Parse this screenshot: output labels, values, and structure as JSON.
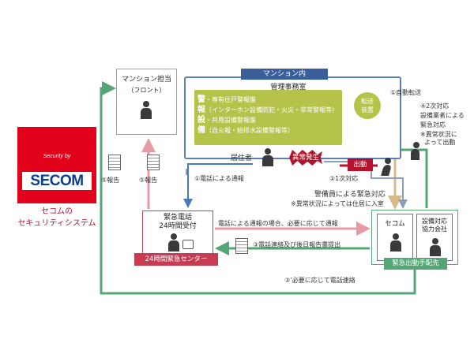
{
  "logo": {
    "small_text": "Security by",
    "wordmark": "SECOM"
  },
  "caption": {
    "line1": "セコムの",
    "line2": "セキュリティシステム"
  },
  "front": {
    "title": "マンション担当",
    "subtitle": "（フロント）"
  },
  "mansion": {
    "tab": "マンション内",
    "office_title": "管理事務室"
  },
  "office_panel": {
    "line1": "警",
    "line1_text": "・専有住戸警報盤",
    "line2": "報",
    "line2_text": "（インターホン設備防犯・火災・非常警報等）",
    "line3": "設",
    "line3_text": "・共用設備警報盤",
    "line4": "備",
    "line4_text": "（自火報・給排水設備警報等）"
  },
  "tenso": {
    "line1": "転送",
    "line2": "装置"
  },
  "resident": "居住者",
  "alarm": "異常発生",
  "dispatch": "出動",
  "guard_response": {
    "line1": "警備員による緊急対応",
    "line2": "※異常状況によっては住居に入室"
  },
  "center": {
    "line1": "緊急電話",
    "line2": "24時間受付",
    "label": "24時間緊急センター"
  },
  "secom_group": {
    "secom": "セコム",
    "facility_line1": "設備対応",
    "facility_line2": "協力会社",
    "label": "緊急出動手配先"
  },
  "right_notes": {
    "auto_transfer": "①自動転送",
    "second_line1": "④2次対応",
    "second_line2": "設備業者による",
    "second_line3": "緊急対応",
    "second_line4": "※異常状況に",
    "second_line5": "よって出動"
  },
  "flow_labels": {
    "phone_report": "①電話による通報",
    "first_response": "②1次対応",
    "notify_if_needed": "電話による通報の場合、必要に応じて通報",
    "phone_contact_report": "③電話連絡及び後日報告書提出",
    "phone_contact_needed": "③’必要に応じて電話連絡",
    "report_left": "⑤報告",
    "report_mid": "⑤報告"
  },
  "colors": {
    "red": "#b5122b",
    "green": "#55a677",
    "blue": "#3a5e9a",
    "olive": "#b5c34a",
    "pink": "#e59aa6",
    "tan": "#d9b98a"
  }
}
